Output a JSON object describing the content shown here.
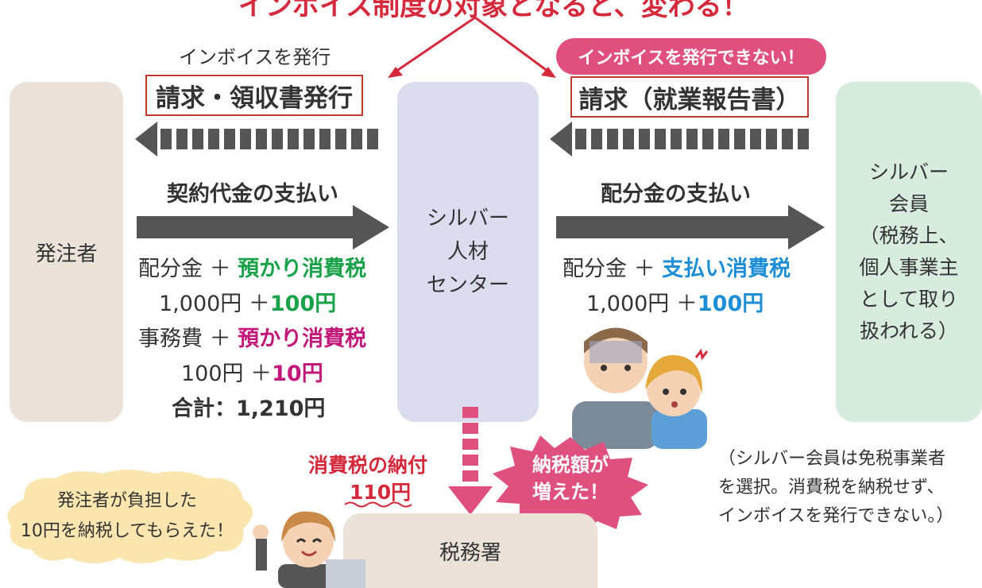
{
  "header": {
    "text": "インボイス制度の対象となると、変わる！"
  },
  "left_top": {
    "caption": "インボイスを発行",
    "label": "請求・領収書発行"
  },
  "right_top": {
    "badge": "インボイスを発行できない！",
    "label": "請求（就業報告書）"
  },
  "entities": {
    "orderer": "発注者",
    "center_lines": [
      "シルバー",
      "人材",
      "センター"
    ],
    "member_lines": [
      "シルバー",
      "会員",
      "（税務上、",
      "個人事業主",
      "として取り",
      "扱われる）"
    ],
    "tax_office": "税務署"
  },
  "left_flow": {
    "title": "契約代金の支払い",
    "row1_base": "配分金 ＋ ",
    "row1_tax": "預かり消費税",
    "row2_base": "1,000円 ＋",
    "row2_tax": "100円",
    "row3_base": "事務費 ＋ ",
    "row3_tax": "預かり消費税",
    "row4_base": "100円 ＋",
    "row4_tax": "10円",
    "total": "合計：1,210円"
  },
  "right_flow": {
    "title": "配分金の支払い",
    "row1_base": "配分金 ＋ ",
    "row1_tax": "支払い消費税",
    "row2_base": "1,000円 ＋",
    "row2_tax": "100円"
  },
  "tax_payment": {
    "title": "消費税の納付",
    "amount": "110円"
  },
  "burst": {
    "lines": [
      "納税額が",
      "増えた！"
    ]
  },
  "speech": {
    "lines": [
      "発注者が負担した",
      "10円を納税してもらえた！"
    ]
  },
  "member_note": {
    "lines": [
      "（シルバー会員は免税事業者",
      "を選択。消費税を納税せず、",
      "インボイスを発行できない。）"
    ]
  },
  "colors": {
    "green": "#1aa24a",
    "magenta": "#c2187a",
    "blue": "#1e8fd6",
    "red": "#d42a3c",
    "pink": "#e0507f"
  }
}
